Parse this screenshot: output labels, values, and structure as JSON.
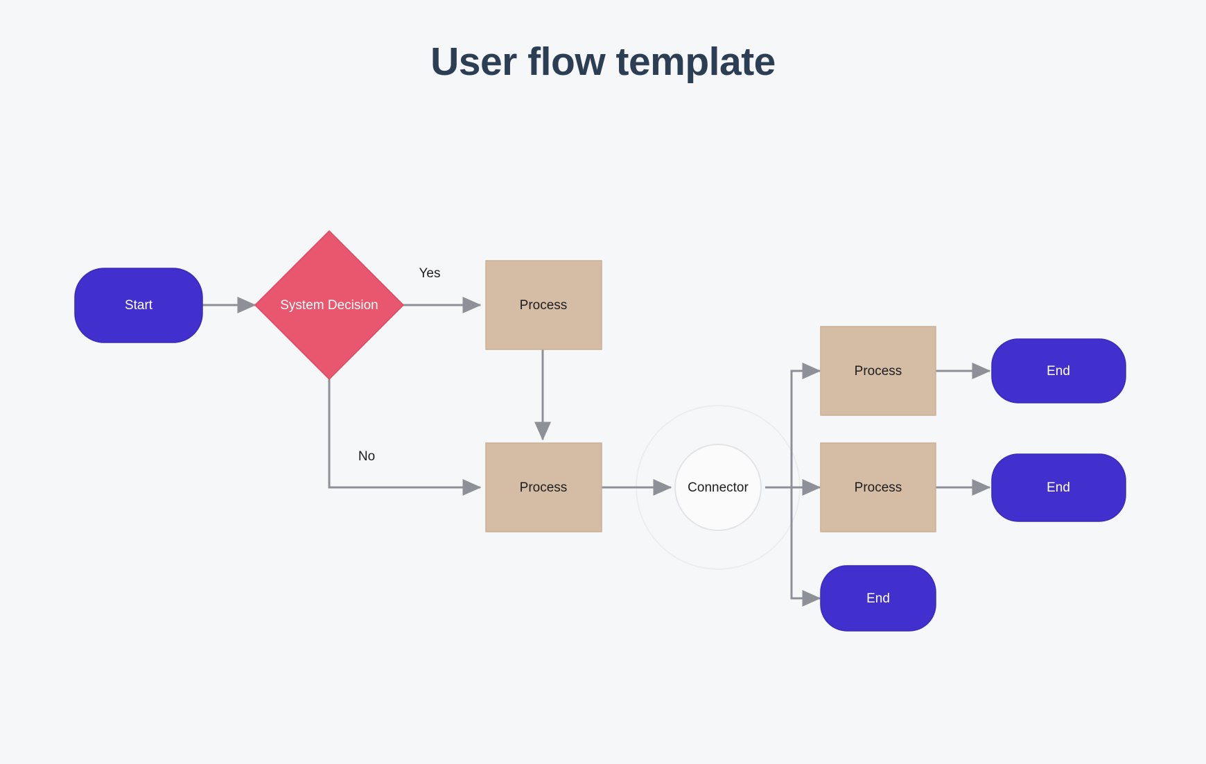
{
  "page": {
    "title": "User flow template",
    "background_color": "#f6f7f9",
    "title_color": "#2c3e54"
  },
  "palette": {
    "terminator_fill": "#4130ce",
    "terminator_text": "#ffffff",
    "decision_fill": "#e8576e",
    "decision_text": "#ffffff",
    "process_fill": "#d4bda4",
    "process_text": "#1d1d1f",
    "connector_fill": "#fbfbfc",
    "connector_stroke": "#e3e4e6",
    "connector_text": "#1d1d1f",
    "line_color": "#8d9197",
    "edge_label_color": "#1d1d1f"
  },
  "diagram": {
    "type": "flowchart",
    "nodes": [
      {
        "id": "start",
        "shape": "rounded-rectangle",
        "label": "Start"
      },
      {
        "id": "decision",
        "shape": "diamond",
        "label": "System Decision"
      },
      {
        "id": "process_yes",
        "shape": "rectangle",
        "label": "Process"
      },
      {
        "id": "process_no",
        "shape": "rectangle",
        "label": "Process"
      },
      {
        "id": "connector",
        "shape": "circle",
        "label": "Connector"
      },
      {
        "id": "process_a",
        "shape": "rectangle",
        "label": "Process"
      },
      {
        "id": "process_b",
        "shape": "rectangle",
        "label": "Process"
      },
      {
        "id": "end_a",
        "shape": "rounded-rectangle",
        "label": "End"
      },
      {
        "id": "end_b",
        "shape": "rounded-rectangle",
        "label": "End"
      },
      {
        "id": "end_c",
        "shape": "rounded-rectangle",
        "label": "End"
      }
    ],
    "edges": [
      {
        "from": "start",
        "to": "decision",
        "label": ""
      },
      {
        "from": "decision",
        "to": "process_yes",
        "label": "Yes"
      },
      {
        "from": "decision",
        "to": "process_no",
        "label": "No"
      },
      {
        "from": "process_yes",
        "to": "process_no",
        "label": ""
      },
      {
        "from": "process_no",
        "to": "connector",
        "label": ""
      },
      {
        "from": "connector",
        "to": "process_a",
        "label": ""
      },
      {
        "from": "connector",
        "to": "process_b",
        "label": ""
      },
      {
        "from": "connector",
        "to": "end_c",
        "label": ""
      },
      {
        "from": "process_a",
        "to": "end_a",
        "label": ""
      },
      {
        "from": "process_b",
        "to": "end_b",
        "label": ""
      }
    ],
    "edge_labels": {
      "yes": "Yes",
      "no": "No"
    }
  }
}
